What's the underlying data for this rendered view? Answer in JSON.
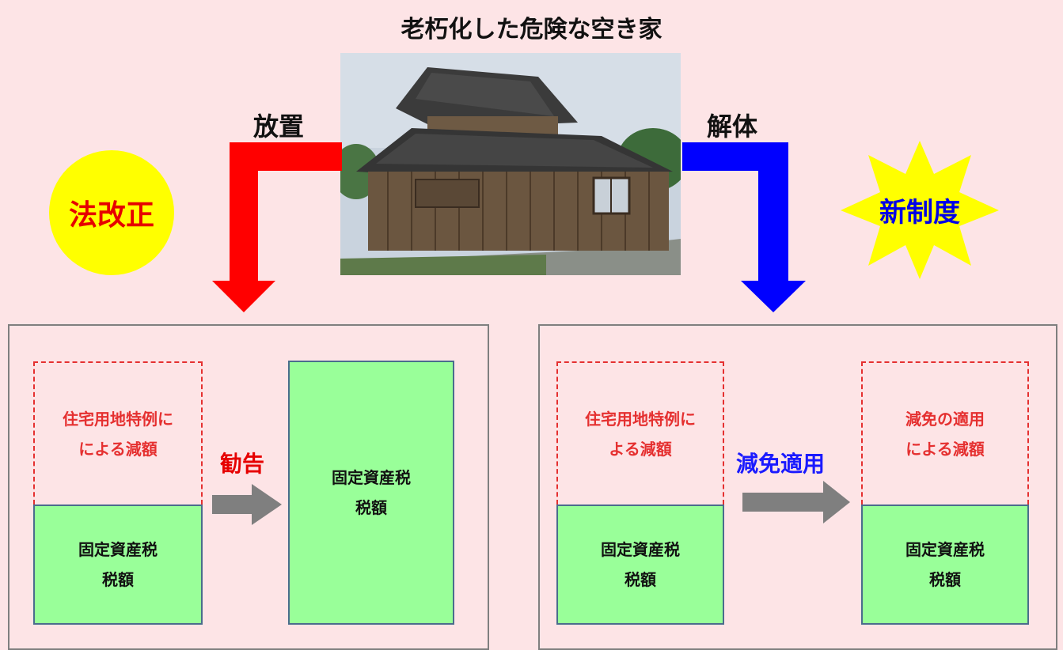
{
  "title": "老朽化した危険な空き家",
  "left_branch": {
    "label": "放置",
    "arrow_color": "#ff0000"
  },
  "right_branch": {
    "label": "解体",
    "arrow_color": "#0000ff"
  },
  "badge_left": {
    "text": "法改正",
    "bg": "#ffff00",
    "color": "#e60000"
  },
  "badge_right": {
    "text": "新制度",
    "bg": "#ffff00",
    "color": "#0000e6"
  },
  "left_panel": {
    "before": {
      "reduction_lines": [
        "住宅用地特例に",
        "による減額"
      ],
      "tax_lines": [
        "固定資産税",
        "税額"
      ]
    },
    "action": "勧告",
    "after": {
      "tax_lines": [
        "固定資産税",
        "税額"
      ]
    }
  },
  "right_panel": {
    "before": {
      "reduction_lines": [
        "住宅用地特例に",
        "よる減額"
      ],
      "tax_lines": [
        "固定資産税",
        "税額"
      ]
    },
    "action": "減免適用",
    "after": {
      "reduction_lines": [
        "減免の適用",
        "による減額"
      ],
      "tax_lines": [
        "固定資産税",
        "税額"
      ]
    }
  },
  "colors": {
    "background": "#fde4e6",
    "tax_box": "#99ff99",
    "reduction_text": "#e53030",
    "action_left": "#e60000",
    "action_right": "#1a1aff",
    "gray_arrow": "#7f7f7f"
  }
}
